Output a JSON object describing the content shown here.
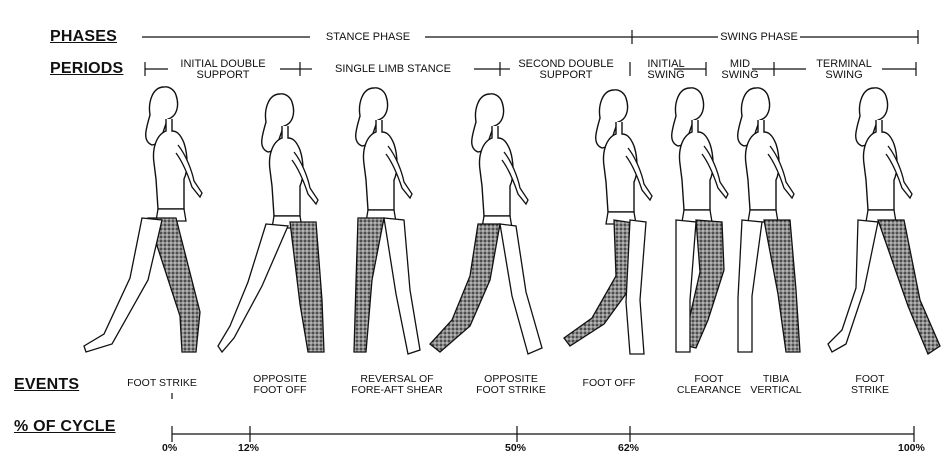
{
  "headers": {
    "phases": "PHASES",
    "periods": "PERIODS",
    "events": "EVENTS",
    "cycle": "% OF CYCLE"
  },
  "phases": [
    {
      "label": "STANCE PHASE"
    },
    {
      "label": "SWING PHASE"
    }
  ],
  "periods": [
    {
      "label": "INITIAL DOUBLE\nSUPPORT"
    },
    {
      "label": "SINGLE LIMB STANCE"
    },
    {
      "label": "SECOND DOUBLE\nSUPPORT"
    },
    {
      "label": "INITIAL\nSWING"
    },
    {
      "label": "MID\nSWING"
    },
    {
      "label": "TERMINAL\nSWING"
    }
  ],
  "events": [
    {
      "label": "FOOT STRIKE"
    },
    {
      "label": "OPPOSITE\nFOOT OFF"
    },
    {
      "label": "REVERSAL OF\nFORE-AFT SHEAR"
    },
    {
      "label": "OPPOSITE\nFOOT STRIKE"
    },
    {
      "label": "FOOT OFF"
    },
    {
      "label": "FOOT\nCLEARANCE"
    },
    {
      "label": "TIBIA\nVERTICAL"
    },
    {
      "label": "FOOT\nSTRIKE"
    }
  ],
  "cycle_marks": [
    {
      "label": "0%",
      "value": 0
    },
    {
      "label": "12%",
      "value": 12
    },
    {
      "label": "50%",
      "value": 50
    },
    {
      "label": "62%",
      "value": 62
    },
    {
      "label": "100%",
      "value": 100
    }
  ],
  "colors": {
    "ink": "#111111",
    "shade": "#6d6d6d"
  }
}
